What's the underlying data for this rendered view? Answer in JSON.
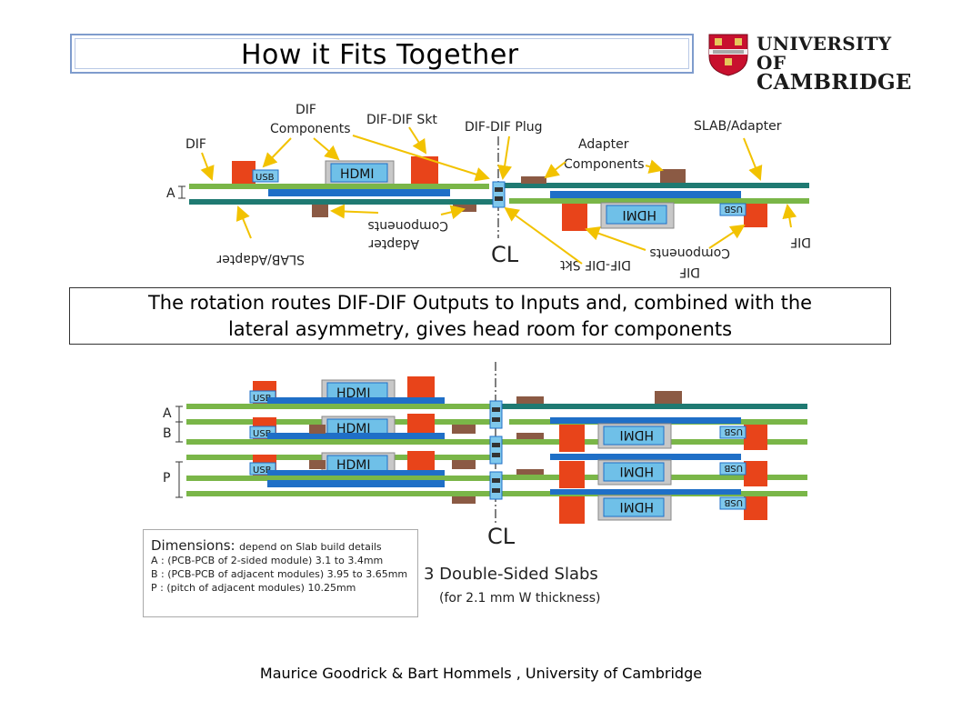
{
  "slide": {
    "title": "How it Fits Together",
    "caption_line1": "The rotation routes DIF-DIF Outputs to Inputs and, combined with the",
    "caption_line2": "lateral asymmetry, gives head room for components",
    "footer": "Maurice Goodrick & Bart Hommels , University of Cambridge"
  },
  "logo": {
    "line1": "UNIVERSITY OF",
    "line2": "CAMBRIDGE"
  },
  "top_diagram": {
    "labels": {
      "dif": "DIF",
      "dif_components_1": "DIF",
      "dif_components_2": "Components",
      "dif_dif_skt": "DIF-DIF Skt",
      "dif_dif_plug": "DIF-DIF Plug",
      "adapter_components_1": "Adapter",
      "adapter_components_2": "Components",
      "slab_adapter": "SLAB/Adapter",
      "a": "A",
      "usb": "USB",
      "hdmi": "HDMI",
      "centerline": "CL"
    },
    "mirrored_labels": {
      "components": "Components",
      "adapter": "Adapter",
      "slab_adapter": "SLAB/Adapter",
      "dif_dif_skt": "DIF-DIF Skt",
      "components2": "Components",
      "dif": "DIF",
      "dif2": "DIF"
    }
  },
  "bottom_diagram": {
    "labels": {
      "a": "A",
      "b": "B",
      "p": "P",
      "usb": "USB",
      "hdmi": "HDMI",
      "centerline": "CL"
    },
    "title": "3 Double-Sided Slabs",
    "subtitle": "(for 2.1 mm W thickness)"
  },
  "dimensions": {
    "heading": "Dimensions:",
    "heading_note": "depend on Slab build details",
    "line_a": "A : (PCB-PCB of 2-sided module) 3.1 to 3.4mm",
    "line_b": "B : (PCB-PCB of adjacent modules) 3.95 to 3.65mm",
    "line_p": "P : (pitch of adjacent modules) 10.25mm"
  },
  "colors": {
    "green": "#7ab648",
    "teal": "#1f7a72",
    "blue": "#1f6fc7",
    "red": "#e8441a",
    "brown": "#8b5a44",
    "hdmi_fill": "#6fc0e8",
    "usb_fill": "#7fc8ec",
    "arrow": "#f2c200"
  }
}
